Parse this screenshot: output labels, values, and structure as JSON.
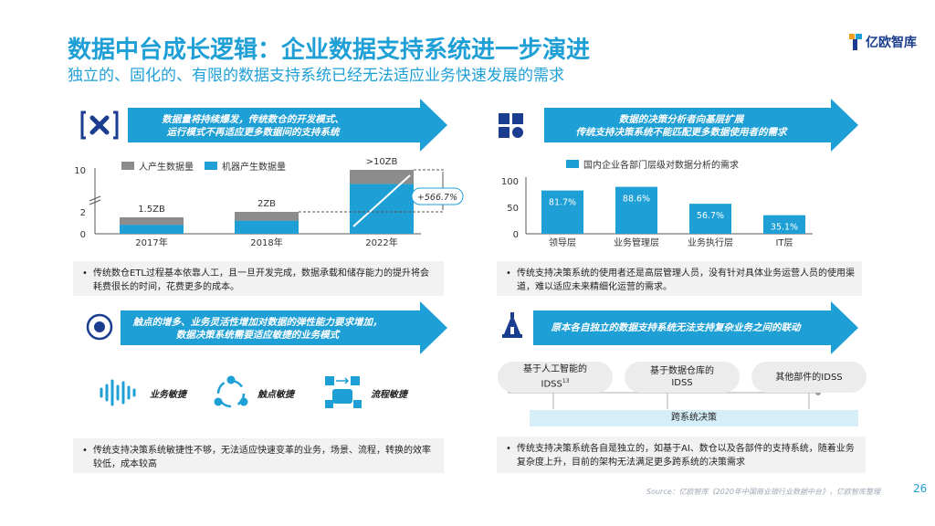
{
  "header": {
    "title": "数据中台成长逻辑：企业数据支持系统进一步演进",
    "subtitle": "独立的、固化的、有限的数据支持系统已经无法适应业务快速发展的需求",
    "logo_text": "亿欧智库"
  },
  "panel1": {
    "banner_line1": "数据量将持续爆发，传统数仓的开发模式、",
    "banner_line2": "运行模式不再适应更多数据间的支持系统",
    "note": "传统数仓ETL过程基本依靠人工，且一旦开发完成，数据承载和储存能力的提升将会耗费很长的时间，花费更多的成本。",
    "growth_label": "+566.7%"
  },
  "panel2": {
    "banner_line1": "数据的决策分析者向基层扩展",
    "banner_line2": "传统支持决策系统不能匹配更多数据使用者的需求",
    "note": "传统支持决策系统的使用者还是高层管理人员，没有针对具体业务运营人员的使用渠道，难以适应未来精细化运营的需求。"
  },
  "panel3": {
    "banner_line1": "触点的增多、业务灵活性增加对数据的弹性能力要求增加，",
    "banner_line2": "数据决策系统需要适应敏捷的业务模式",
    "items": [
      "业务敏捷",
      "触点敏捷",
      "流程敏捷"
    ],
    "note": "传统支持决策系统敏捷性不够，无法适应快速变革的业务，场景、流程，转换的效率较低，成本较高"
  },
  "panel4": {
    "banner_line1": "原本各自独立的数据支持系统无法支持复杂业务之间的联动",
    "ovals": [
      {
        "line1": "基于人工智能的",
        "line2": "IDSS",
        "sup": "13"
      },
      {
        "line1": "基于数据仓库的",
        "line2": "IDSS",
        "sup": ""
      },
      {
        "line1": "其他部件的IDSS",
        "line2": "",
        "sup": ""
      }
    ],
    "bar_label": "跨系统决策",
    "note": "传统支持决策系统各自是独立的，如基于AI、数仓以及各部件的支持系统，随着业务复杂度上升，目前的架构无法满足更多跨系统的决策需求"
  },
  "footer": {
    "source": "Source：亿欧智库《2020年中国商业银行业数据中台》，亿欧智库整理",
    "page_number": "26"
  },
  "colors": {
    "primary": "#1e9fd6",
    "navy": "#1a3d8f",
    "gray_bar": "#8c8c8c",
    "note_bg": "#f2f2f2"
  },
  "chart_data": [
    {
      "type": "bar",
      "stacked": true,
      "categories": [
        "2017年",
        "2018年",
        "2022年"
      ],
      "series": [
        {
          "name": "人产生数据量",
          "color": "#8c8c8c"
        },
        {
          "name": "机器产生数据量",
          "color": "#1e9fd6"
        }
      ],
      "data_labels": [
        "1.5ZB",
        "2ZB",
        ">10ZB"
      ],
      "totals": [
        1.5,
        2,
        10
      ],
      "human_share": [
        0.45,
        0.4,
        0.22
      ],
      "yticks": [
        "0",
        "2",
        "10"
      ],
      "axis_break": true
    },
    {
      "type": "bar",
      "categories": [
        "领导层",
        "业务管理层",
        "业务执行层",
        "IT层"
      ],
      "series": [
        {
          "name": "国内企业各部门层级对数据分析的需求",
          "values": [
            81.7,
            88.6,
            56.7,
            35.1
          ],
          "color": "#1e9fd6"
        }
      ],
      "data_labels": [
        "81.7%",
        "88.6%",
        "56.7%",
        "35.1%"
      ],
      "ylim": [
        0,
        100
      ],
      "yticks": [
        "0",
        "50",
        "100"
      ]
    }
  ]
}
